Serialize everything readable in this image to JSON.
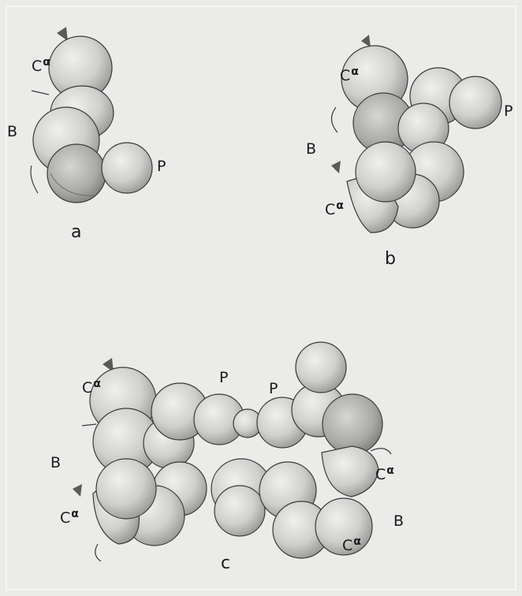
{
  "labels": {
    "c_main": "C",
    "alpha": "α",
    "b": "B",
    "p": "P"
  },
  "panels": {
    "a": "a",
    "b": "b",
    "c": "c"
  },
  "colors": {
    "background": "#ebebea",
    "sphere_light": "#e6e6e4",
    "sphere_mid": "#c2c2c0",
    "sphere_dark": "#8b8b89",
    "outline": "#3a3a3a"
  }
}
